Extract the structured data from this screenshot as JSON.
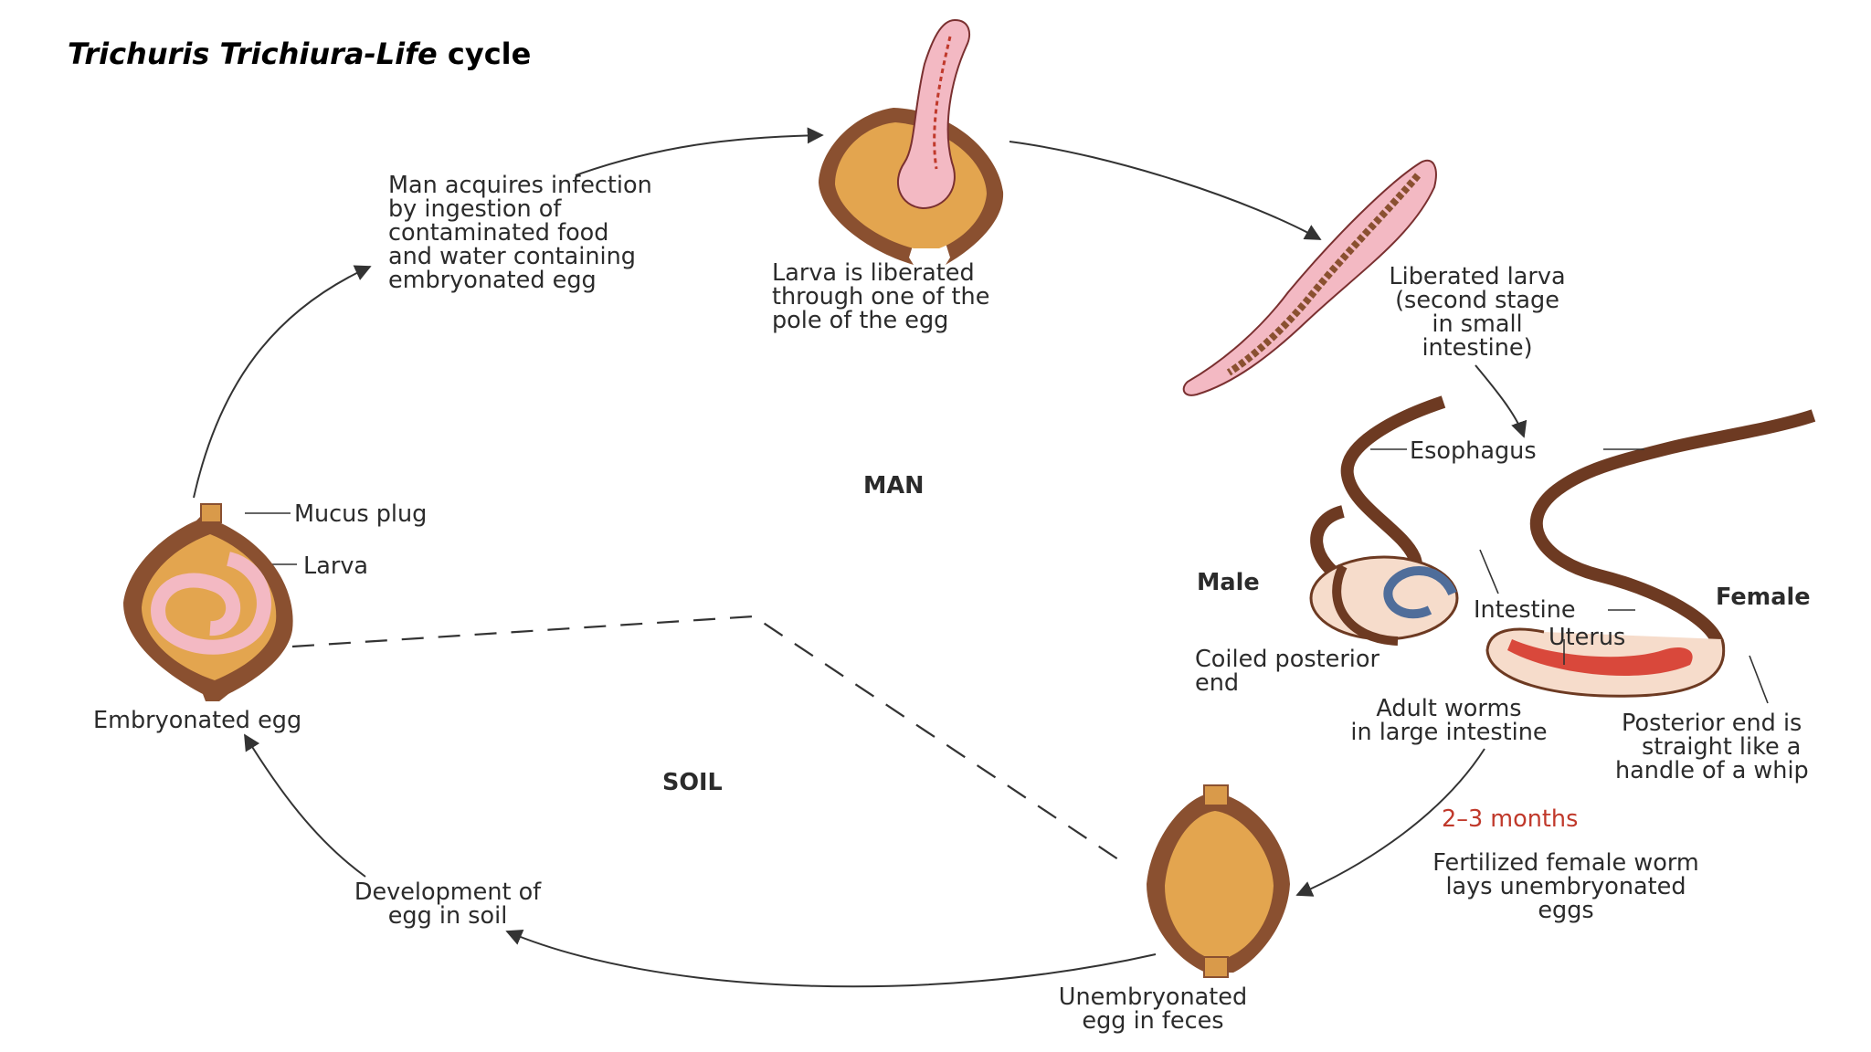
{
  "title": {
    "italic": "Trichuris Trichiura-Life",
    "regular": " cycle"
  },
  "regions": {
    "man": "MAN",
    "soil": "SOIL"
  },
  "labels": {
    "infection": [
      "Man acquires infection",
      "by ingestion of",
      "contaminated food",
      "and water containing",
      "embryonated egg"
    ],
    "larva_liberated": [
      "Larva is liberated",
      "through one of the",
      "pole of the egg"
    ],
    "liberated_larva": [
      "Liberated larva",
      "(second stage",
      "in small",
      "intestine)"
    ],
    "esophagus": "Esophagus",
    "male": "Male",
    "female": "Female",
    "intestine": "Intestine",
    "uterus": "Uterus",
    "coiled": [
      "Coiled posterior",
      "end"
    ],
    "adult_worms": [
      "Adult worms",
      "in large intestine"
    ],
    "posterior_end": [
      "Posterior end is",
      "straight like a",
      "handle of a whip"
    ],
    "months": "2–3 months",
    "fertilized": [
      "Fertilized female worm",
      "lays unembryonated",
      "eggs"
    ],
    "unembryonated": [
      "Unembryonated",
      "egg in feces"
    ],
    "development": [
      "Development of",
      "egg in soil"
    ],
    "embryonated": "Embryonated egg",
    "mucus_plug": "Mucus plug",
    "larva": "Larva"
  },
  "colors": {
    "shell": "#8a5030",
    "yolk": "#e3a54f",
    "worm_pink": "#f3b9c3",
    "uterus_red": "#d9483b",
    "male_blue": "#4f6d9a",
    "caption_red": "#c0392b"
  }
}
